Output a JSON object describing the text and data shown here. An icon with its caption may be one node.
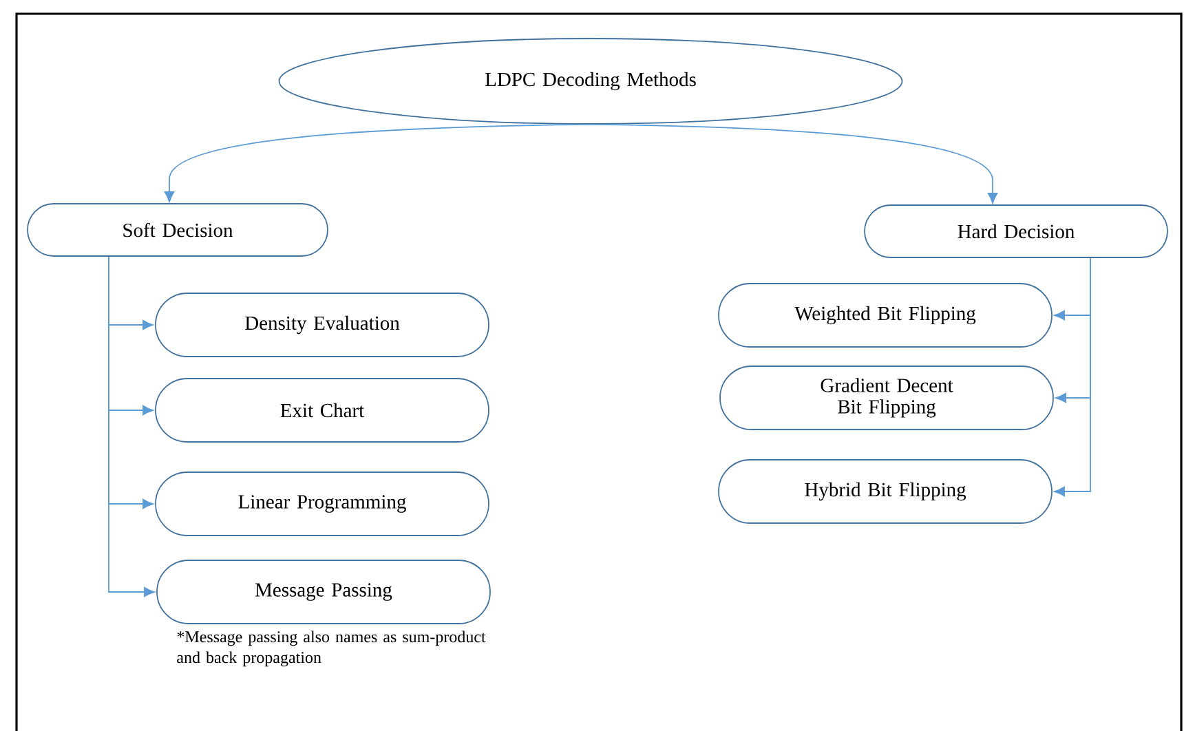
{
  "diagram": {
    "nodes": [
      {
        "text": [
          "LDPC Decoding Methods"
        ]
      },
      {
        "text": [
          "Soft Decision"
        ]
      },
      {
        "text": [
          "Hard Decision"
        ]
      },
      {
        "text": [
          "Density Evaluation"
        ]
      },
      {
        "text": [
          "Exit Chart"
        ]
      },
      {
        "text": [
          "Linear Programming"
        ]
      },
      {
        "text": [
          "Message Passing"
        ]
      },
      {
        "text": [
          "Weighted Bit Flipping"
        ]
      },
      {
        "text": [
          "Gradient Decent Bit Flipping"
        ]
      },
      {
        "text": [
          "Hybrid Bit Flipping"
        ]
      }
    ],
    "edges": [
      {
        "from": 0,
        "to": 1,
        "arrow": "to"
      },
      {
        "from": 0,
        "to": 2,
        "arrow": "to"
      },
      {
        "from": 1,
        "to": 3,
        "arrow": "to"
      },
      {
        "from": 1,
        "to": 4,
        "arrow": "to"
      },
      {
        "from": 1,
        "to": 5,
        "arrow": "to"
      },
      {
        "from": 1,
        "to": 6,
        "arrow": "to"
      },
      {
        "from": 2,
        "to": 7,
        "arrow": "to"
      },
      {
        "from": 2,
        "to": 8,
        "arrow": "to"
      },
      {
        "from": 2,
        "to": 9,
        "arrow": "to"
      }
    ],
    "labels": [
      "*Message passing also names as sum-product and back propagation"
    ]
  }
}
